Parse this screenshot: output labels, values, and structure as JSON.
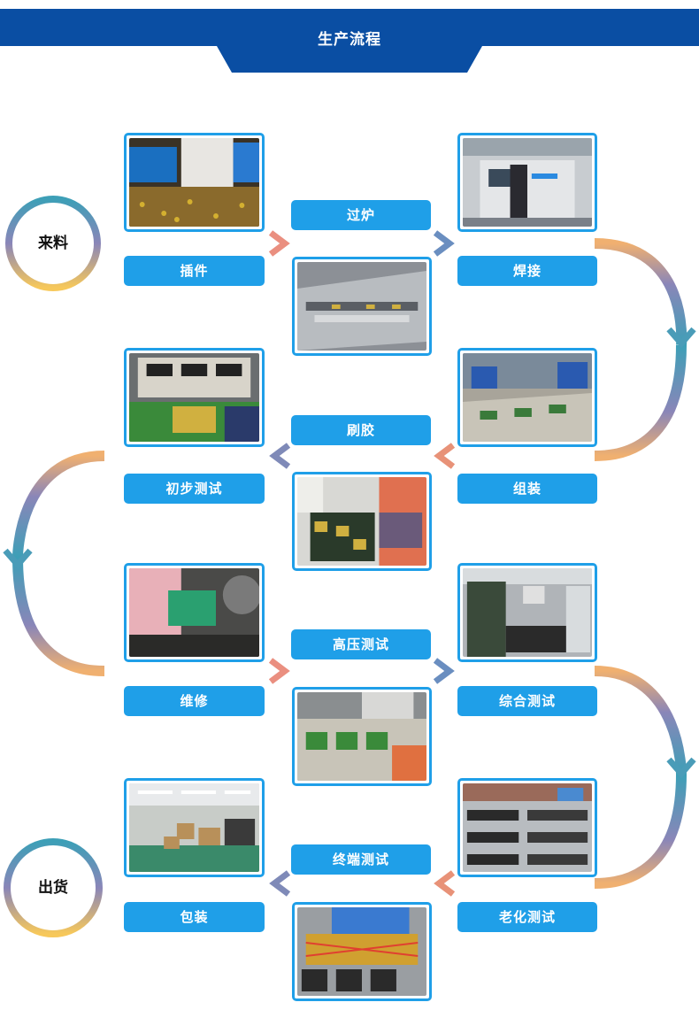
{
  "header": {
    "title": "生产流程",
    "bg_color": "#0a4ea3"
  },
  "endpoints": {
    "start": "来料",
    "end": "出货"
  },
  "steps": [
    {
      "label": "插件",
      "photo": "assembly-photo"
    },
    {
      "label": "过炉",
      "photo": "oven-photo"
    },
    {
      "label": "焊接",
      "photo": "soldering-machine-photo"
    },
    {
      "label": "组装",
      "photo": "assembly-line-photo"
    },
    {
      "label": "刷胶",
      "photo": "glue-photo"
    },
    {
      "label": "初步测试",
      "photo": "initial-test-photo"
    },
    {
      "label": "维修",
      "photo": "repair-photo"
    },
    {
      "label": "高压测试",
      "photo": "high-voltage-test-photo"
    },
    {
      "label": "综合测试",
      "photo": "integrated-test-photo"
    },
    {
      "label": "老化测试",
      "photo": "aging-test-photo"
    },
    {
      "label": "终端测试",
      "photo": "terminal-test-photo"
    },
    {
      "label": "包装",
      "photo": "packaging-photo"
    }
  ],
  "colors": {
    "label_bg": "#1f9fe8",
    "frame": "#1f9fe8"
  }
}
